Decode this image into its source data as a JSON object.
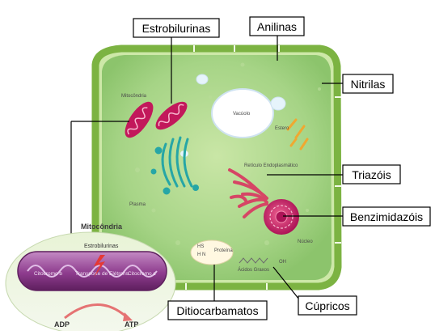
{
  "callouts": {
    "estrobilurinas": "Estrobilurinas",
    "anilinas": "Anilinas",
    "nitrilas": "Nitrilas",
    "triazois": "Triazóis",
    "benzimidazois": "Benzimidazóis",
    "cupricos": "Cúpricos",
    "ditiocarbamatos": "Ditiocarbamatos"
  },
  "cell_labels": {
    "mitocondria_small": "Mitocôndria",
    "vacuolo": "Vacúolo",
    "estero": "Estero",
    "reticulo": "Retículo Endoplasmático",
    "plasma": "Plasma",
    "nucleo": "Núcleo",
    "acidos_graxos": "Ácidos Graxos",
    "oh": "OH",
    "hs": "HS",
    "hn": "H N",
    "proteina": "Proteína"
  },
  "inset": {
    "title": "Mitocôndria",
    "subtitle": "Estrobilurinas",
    "complex_b": "Citocromo b",
    "transport": "Transporte de Elétrons",
    "complex_c": "Citocromo c",
    "adp": "ADP",
    "atp": "ATP"
  },
  "colors": {
    "cell_wall": "#8bc34a",
    "cytoplasm": "#a8d58a",
    "mitochondria": "#c2185b",
    "er": "#e0506a",
    "nucleus": "#d81b60",
    "golgi": "#26a6a6",
    "inset_membrane": "#8e3c8e"
  }
}
